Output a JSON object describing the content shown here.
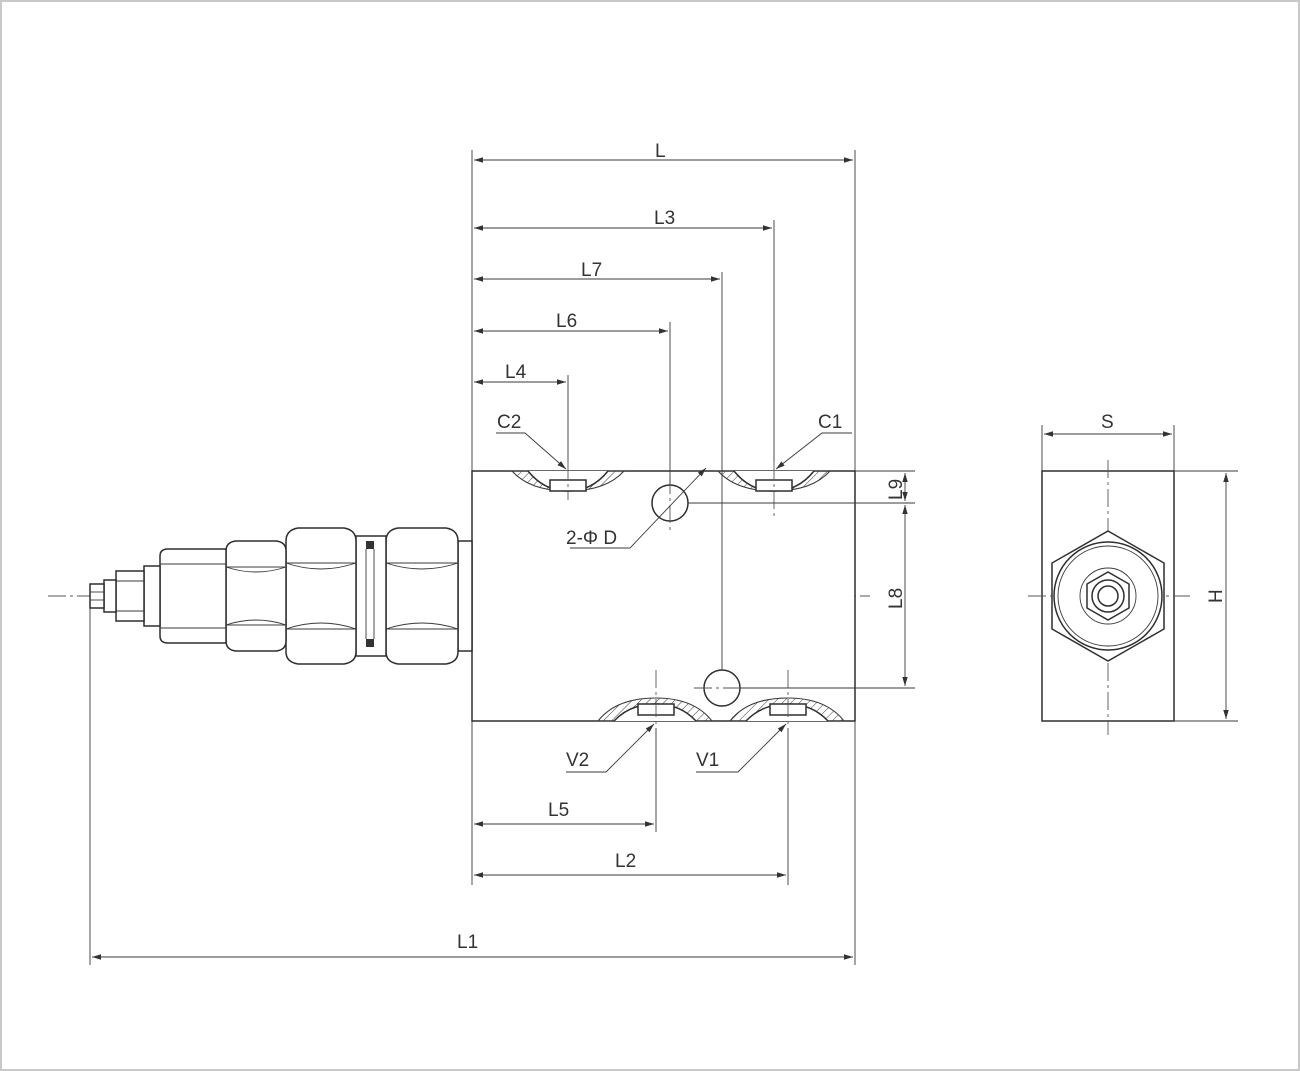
{
  "labels": {
    "L": "L",
    "L1": "L1",
    "L2": "L2",
    "L3": "L3",
    "L4": "L4",
    "L5": "L5",
    "L6": "L6",
    "L7": "L7",
    "L8": "L8",
    "L9": "L9",
    "C1": "C1",
    "C2": "C2",
    "V1": "V1",
    "V2": "V2",
    "diameter": "2-Φ D",
    "S": "S",
    "H": "H"
  },
  "colors": {
    "line": "#3a3a3a",
    "frame": "#c8c8c8",
    "background": "#ffffff"
  }
}
